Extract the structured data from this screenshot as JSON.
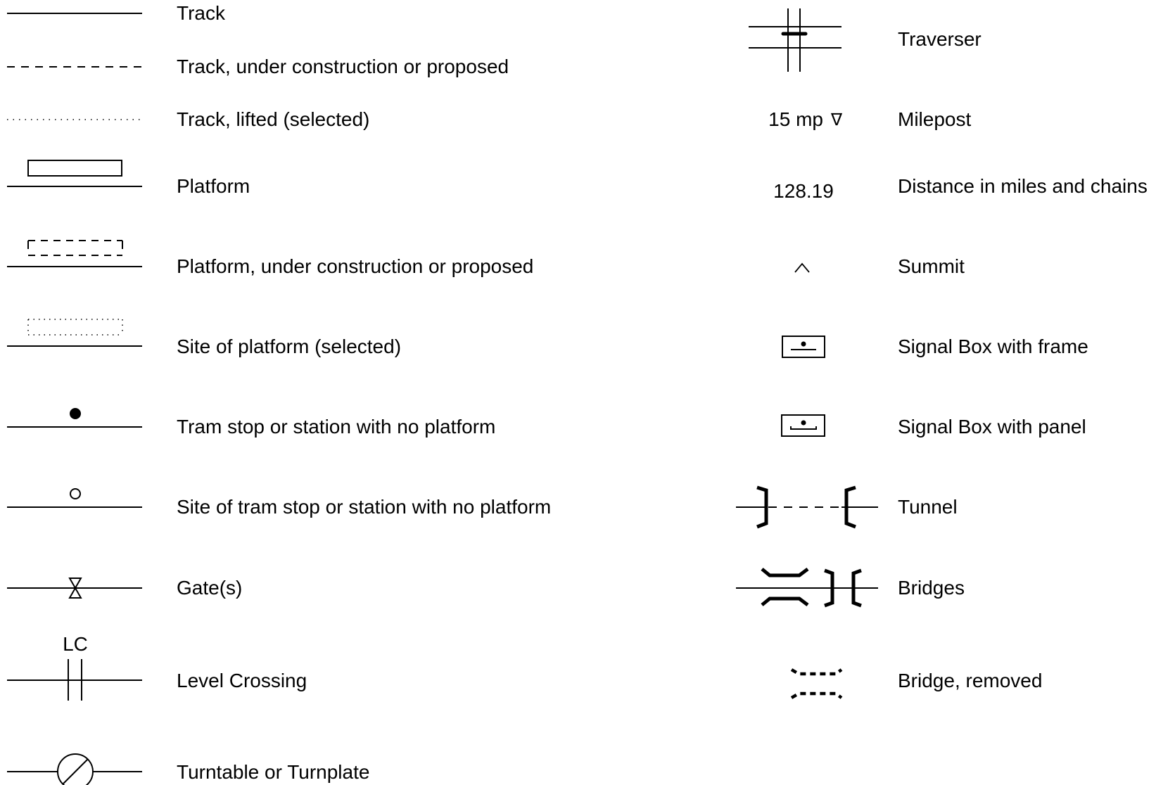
{
  "legend": {
    "left_column": [
      {
        "id": "track",
        "label": "Track",
        "icon": "track-solid-icon"
      },
      {
        "id": "track-proposed",
        "label": "Track, under construction or proposed",
        "icon": "track-dashed-icon"
      },
      {
        "id": "track-lifted",
        "label": "Track, lifted (selected)",
        "icon": "track-dotted-icon"
      },
      {
        "id": "platform",
        "label": "Platform",
        "icon": "platform-icon"
      },
      {
        "id": "platform-proposed",
        "label": "Platform, under construction or proposed",
        "icon": "platform-dashed-icon"
      },
      {
        "id": "platform-site",
        "label": "Site of platform (selected)",
        "icon": "platform-dotted-icon"
      },
      {
        "id": "tram-stop",
        "label": "Tram stop or station with no platform",
        "icon": "filled-dot-icon"
      },
      {
        "id": "tram-stop-site",
        "label": "Site of tram stop or station with no platform",
        "icon": "open-circle-icon"
      },
      {
        "id": "gates",
        "label": "Gate(s)",
        "icon": "gate-icon"
      },
      {
        "id": "level-crossing",
        "label": "Level Crossing",
        "icon": "level-crossing-icon",
        "symbol_text": "LC"
      },
      {
        "id": "turntable",
        "label": "Turntable or Turnplate",
        "icon": "turntable-icon"
      }
    ],
    "right_column": [
      {
        "id": "traverser",
        "label": "Traverser",
        "icon": "traverser-icon"
      },
      {
        "id": "milepost",
        "label": "Milepost",
        "icon": "milepost-icon",
        "symbol_text": "15 mp",
        "symbol_glyph": "∇"
      },
      {
        "id": "distance",
        "label": "Distance in miles and chains",
        "icon": "distance-icon",
        "symbol_text": "128.19"
      },
      {
        "id": "summit",
        "label": "Summit",
        "icon": "summit-icon",
        "symbol_glyph": "∧"
      },
      {
        "id": "signal-box-frame",
        "label": "Signal Box with frame",
        "icon": "signal-box-frame-icon"
      },
      {
        "id": "signal-box-panel",
        "label": "Signal Box with panel",
        "icon": "signal-box-panel-icon"
      },
      {
        "id": "tunnel",
        "label": "Tunnel",
        "icon": "tunnel-icon"
      },
      {
        "id": "bridges",
        "label": "Bridges",
        "icon": "bridges-icon"
      },
      {
        "id": "bridge-removed",
        "label": "Bridge, removed",
        "icon": "bridge-removed-icon"
      }
    ]
  }
}
